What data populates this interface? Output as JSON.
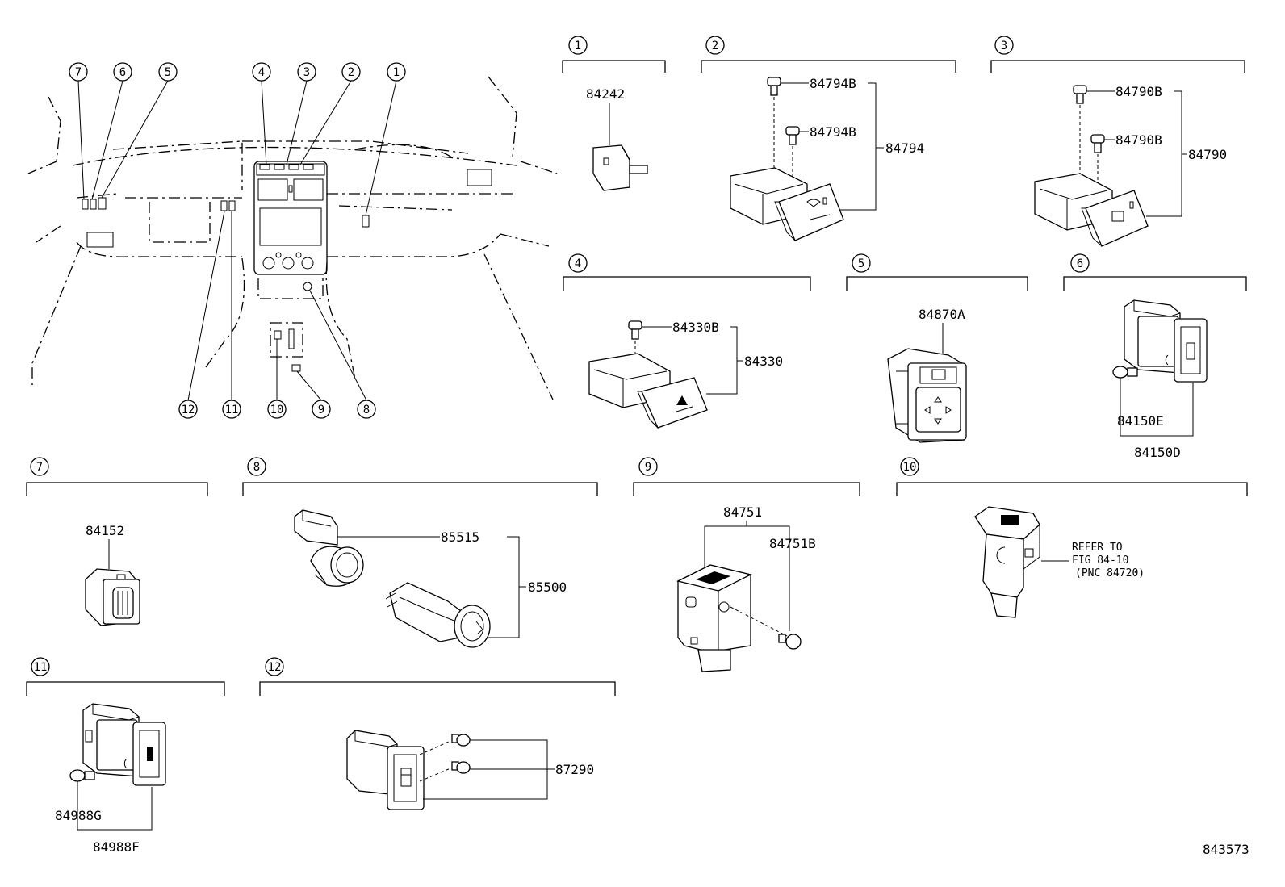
{
  "diagram_id": "843573",
  "overview_callouts": [
    "1",
    "2",
    "3",
    "4",
    "5",
    "6",
    "7",
    "8",
    "9",
    "10",
    "11",
    "12"
  ],
  "groups": [
    {
      "id": "1",
      "parts": [
        "84242"
      ]
    },
    {
      "id": "2",
      "parts": [
        "84794B",
        "84794B",
        "84794"
      ]
    },
    {
      "id": "3",
      "parts": [
        "84790B",
        "84790B",
        "84790"
      ]
    },
    {
      "id": "4",
      "parts": [
        "84330B",
        "84330"
      ]
    },
    {
      "id": "5",
      "parts": [
        "84870A"
      ]
    },
    {
      "id": "6",
      "parts": [
        "84150E",
        "84150D"
      ]
    },
    {
      "id": "7",
      "parts": [
        "84152"
      ]
    },
    {
      "id": "8",
      "parts": [
        "85515",
        "85500"
      ]
    },
    {
      "id": "9",
      "parts": [
        "84751",
        "84751B"
      ]
    },
    {
      "id": "10",
      "reference": [
        "REFER TO",
        "FIG 84-10",
        "(PNC 84720)"
      ]
    },
    {
      "id": "11",
      "parts": [
        "84988G",
        "84988F"
      ]
    },
    {
      "id": "12",
      "parts": [
        "87290"
      ]
    }
  ]
}
